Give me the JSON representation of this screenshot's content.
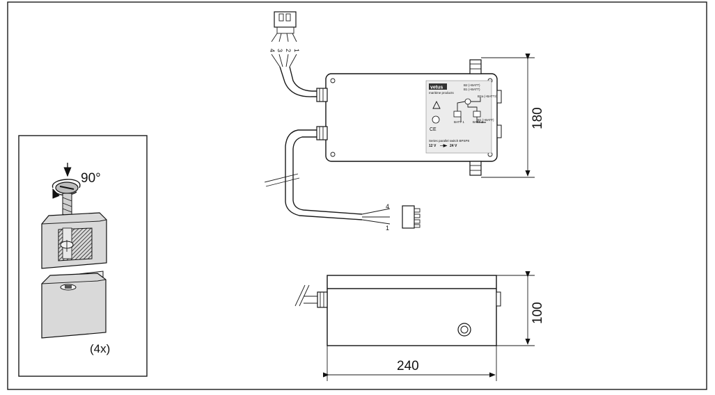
{
  "inset": {
    "rotation_label": "90°",
    "quantity_label": "(4x)"
  },
  "top_view": {
    "brand": "vetus",
    "brand_tagline": "maritime products",
    "label_lines": [
      "B2 (+BATT)",
      "B1 (+BATT)",
      "B2a (+BATT2)",
      "B1 (+BATT)"
    ],
    "batt1": "BATT 1",
    "batt2": "BATT 2",
    "product_name": "Series parallel switch BPSP8",
    "voltage_left": "12 V",
    "voltage_right": "24 V",
    "cable_pins_connector": [
      "4",
      "3",
      "2",
      "1"
    ],
    "cable_pins_plug_top": "4",
    "cable_pins_plug_bottom": "1",
    "dim_height": "180"
  },
  "side_view": {
    "dim_height": "100",
    "dim_width": "240"
  }
}
